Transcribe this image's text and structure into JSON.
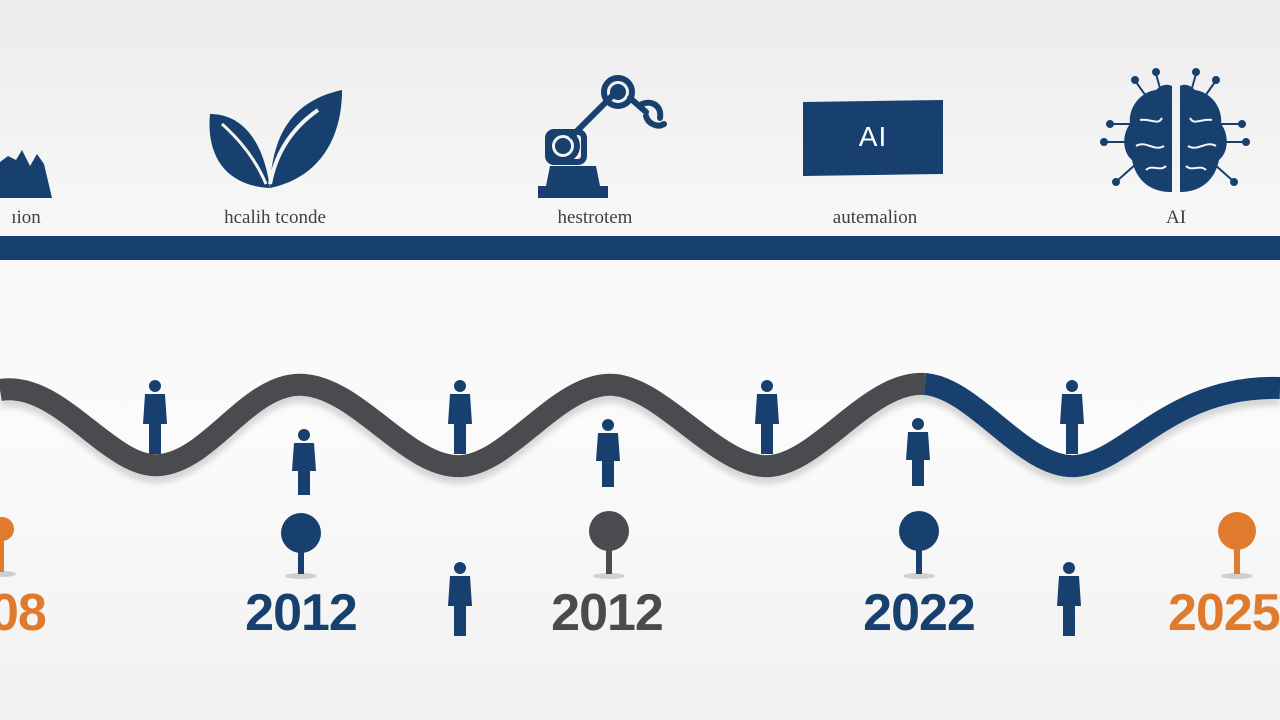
{
  "colors": {
    "navy": "#17406e",
    "gray": "#4a4b4f",
    "orange": "#e07b2e",
    "label": "#3c4147"
  },
  "categories": [
    {
      "icon": "mountain-chart-icon",
      "label": "ıion"
    },
    {
      "icon": "leaf-icon",
      "label": "hcalih tconde"
    },
    {
      "icon": "robot-arm-icon",
      "label": "hestrotem"
    },
    {
      "icon": "ai-box-icon",
      "label": "autemalion",
      "box_text": "AI"
    },
    {
      "icon": "brain-circuit-icon",
      "label": "AI"
    }
  ],
  "milestones": [
    {
      "year": "08",
      "color": "orange"
    },
    {
      "year": "2012",
      "color": "navy"
    },
    {
      "year": "2012",
      "color": "gray"
    },
    {
      "year": "2022",
      "color": "navy"
    },
    {
      "year": "2025",
      "color": "orange"
    }
  ]
}
